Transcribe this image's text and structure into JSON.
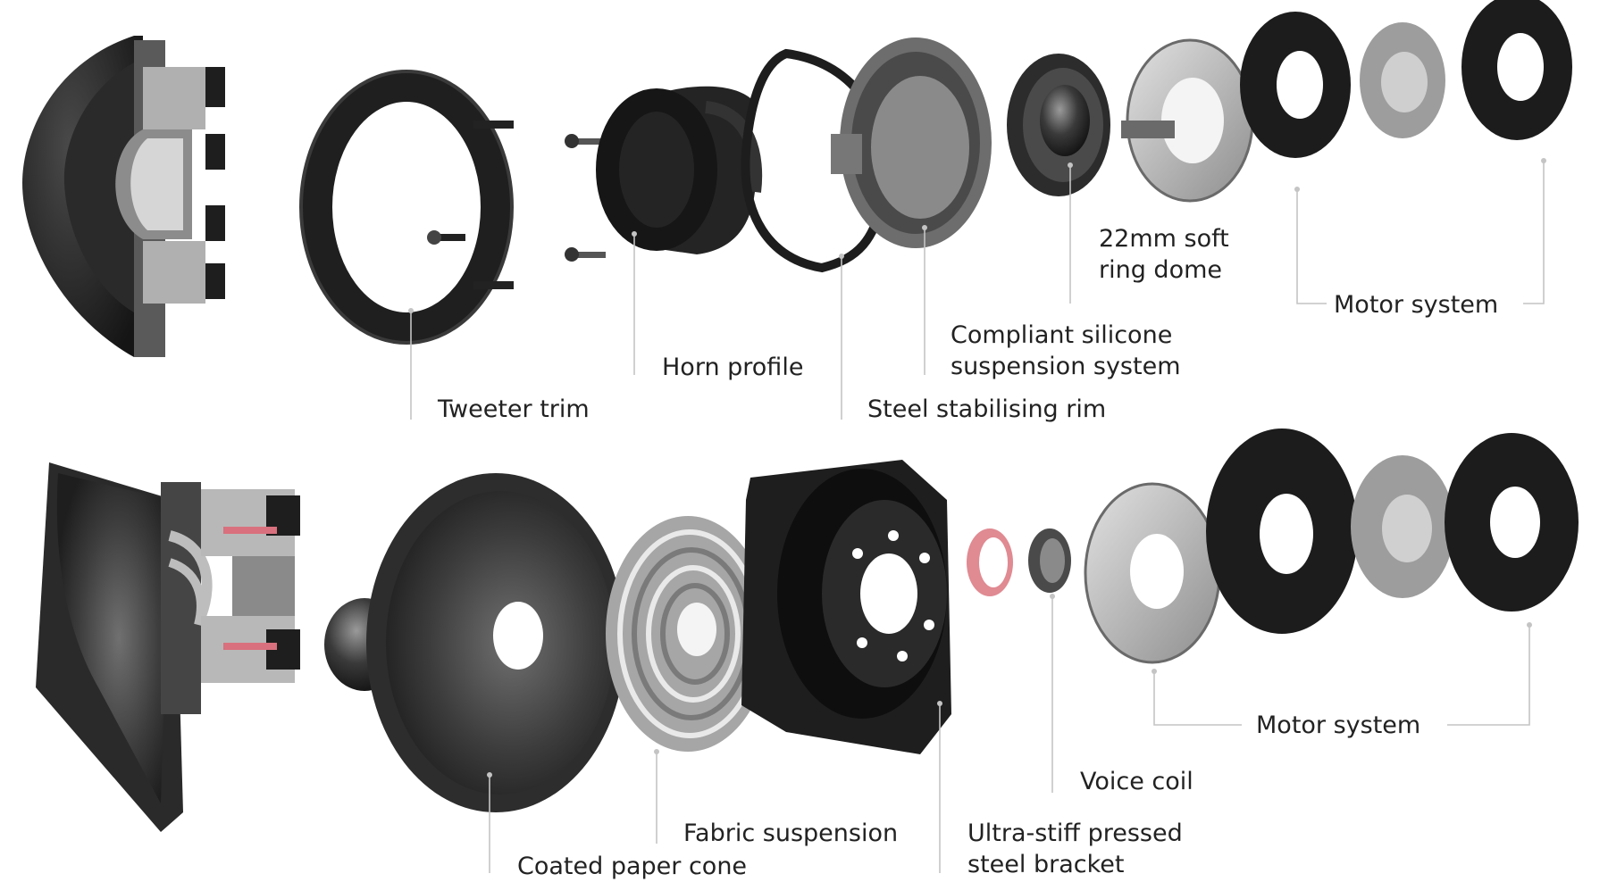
{
  "colors": {
    "part_dark": "#1b1b1b",
    "part_mid": "#3a3a3a",
    "metal_light": "#c9c9c9",
    "metal_mid": "#9a9a9a",
    "leader_line": "#c4c4c4",
    "label_text": "#222222",
    "voice_coil_pink": "#e08a92"
  },
  "tweeter": {
    "labels": {
      "tweeter_trim": "Tweeter trim",
      "horn_profile": "Horn profile",
      "steel_rim": "Steel stabilising rim",
      "suspension": "Compliant silicone\nsuspension system",
      "dome": "22mm soft\nring dome",
      "motor": "Motor system"
    }
  },
  "woofer": {
    "labels": {
      "cone": "Coated paper cone",
      "fabric": "Fabric suspension",
      "bracket": "Ultra-stiff pressed\nsteel bracket",
      "voice_coil": "Voice coil",
      "motor": "Motor system"
    }
  }
}
